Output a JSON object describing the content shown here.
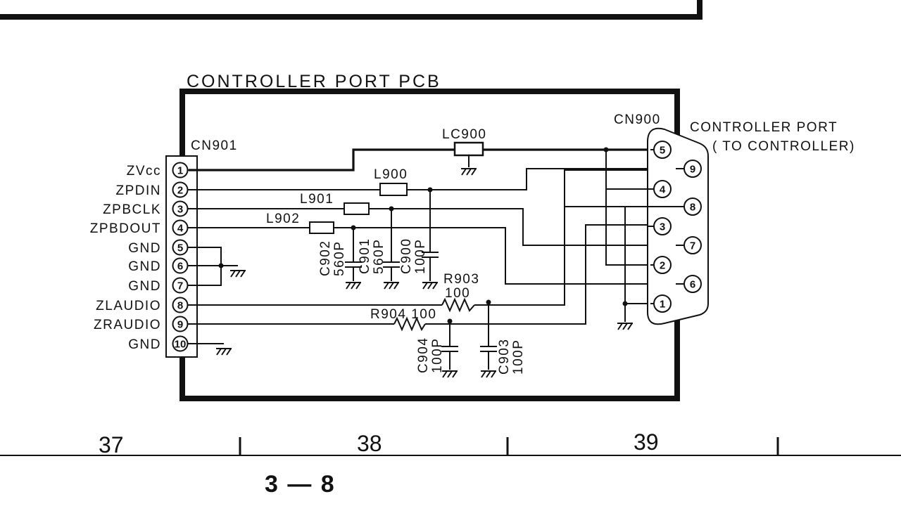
{
  "pcb": {
    "title": "CONTROLLER PORT PCB"
  },
  "cn901": {
    "ref": "CN901",
    "pins": [
      {
        "num": "1",
        "label": "ZVcc"
      },
      {
        "num": "2",
        "label": "ZPDIN"
      },
      {
        "num": "3",
        "label": "ZPBCLK"
      },
      {
        "num": "4",
        "label": "ZPBDOUT"
      },
      {
        "num": "5",
        "label": "GND"
      },
      {
        "num": "6",
        "label": "GND"
      },
      {
        "num": "7",
        "label": "GND"
      },
      {
        "num": "8",
        "label": "ZLAUDIO"
      },
      {
        "num": "9",
        "label": "ZRAUDIO"
      },
      {
        "num": "10",
        "label": "GND"
      }
    ]
  },
  "cn900": {
    "ref": "CN900",
    "desc_line1": "CONTROLLER PORT",
    "desc_line2": "( TO CONTROLLER)",
    "pins_top_row": [
      "5",
      "4",
      "3",
      "2",
      "1"
    ],
    "pins_bottom_row": [
      "9",
      "8",
      "7",
      "6"
    ]
  },
  "components": {
    "lc900": "LC900",
    "l900": "L900",
    "l901": "L901",
    "l902": "L902",
    "c902_ref": "C902",
    "c902_val": "560P",
    "c901_ref": "C901",
    "c901_val": "560P",
    "c900_ref": "C900",
    "c900_val": "100P",
    "r903_ref": "R903",
    "r903_val": "100",
    "r904": "R904 100",
    "c904_ref": "C904",
    "c904_val": "100P",
    "c903_ref": "C903",
    "c903_val": "100P"
  },
  "ruler": {
    "columns": [
      "37",
      "38",
      "39"
    ]
  },
  "page_number": "3 — 8"
}
